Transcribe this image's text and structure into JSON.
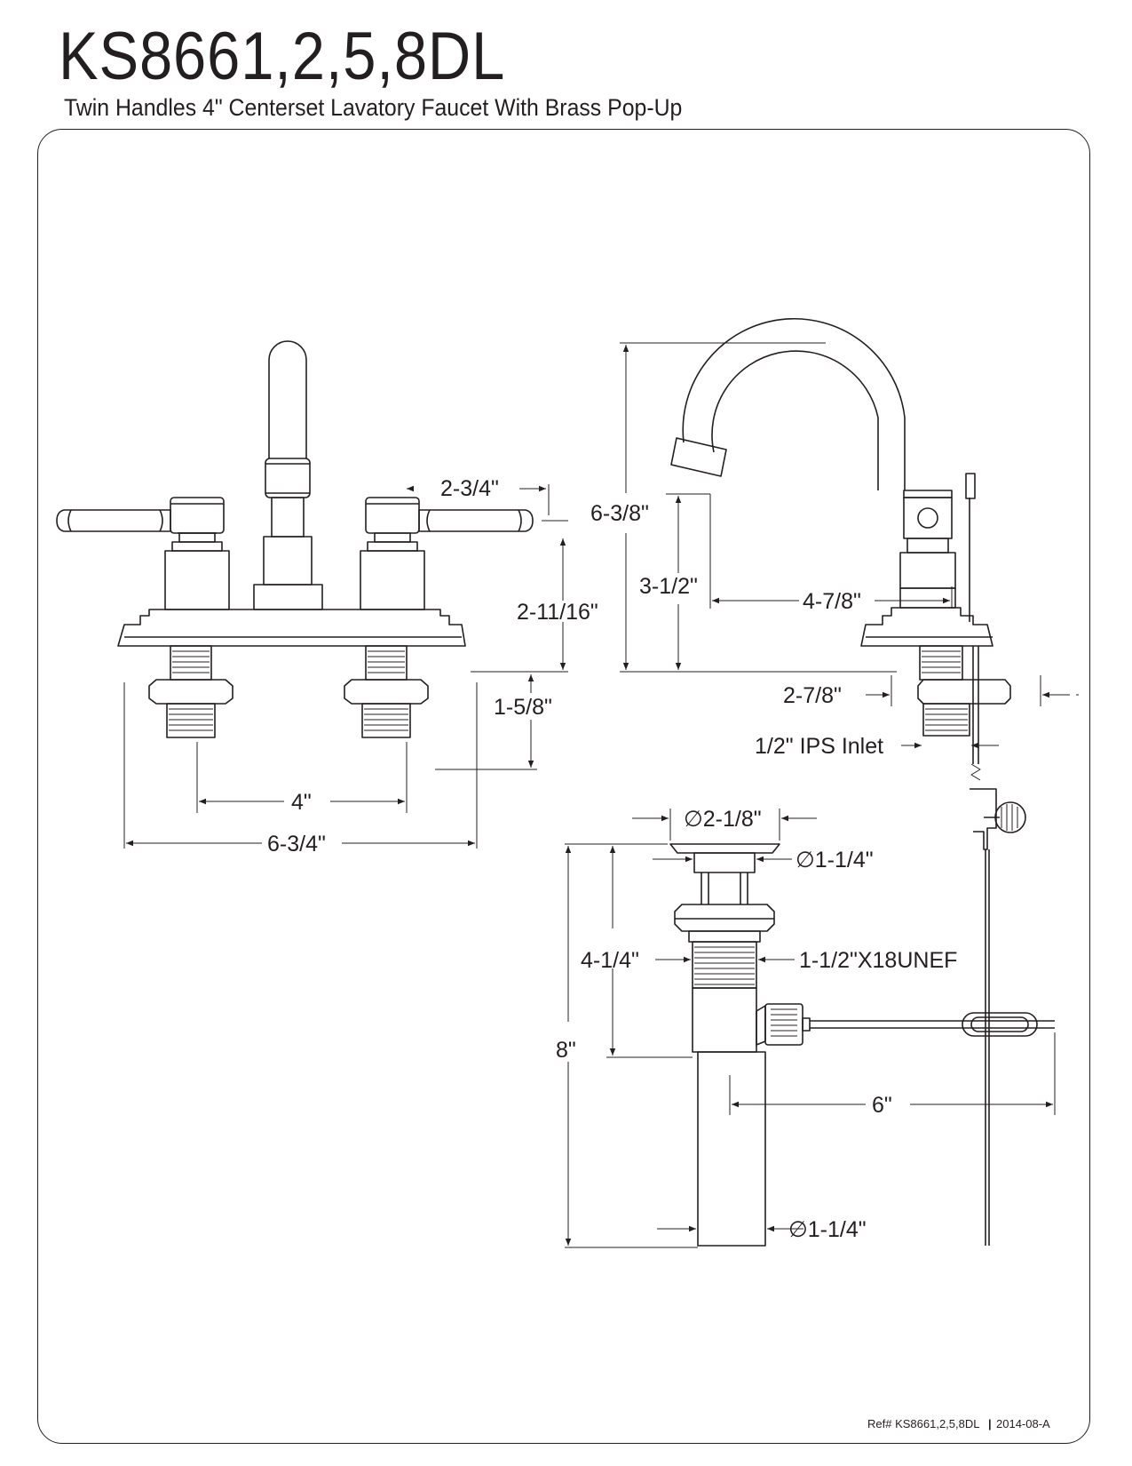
{
  "header": {
    "model": "KS8661,2,5,8DL",
    "subtitle": "Twin Handles 4\" Centerset Lavatory Faucet With Brass Pop-Up"
  },
  "front_view": {
    "handle_reach": "2-3/4\"",
    "handle_height": "2-11/16\"",
    "shank_length": "1-5/8\"",
    "center_spacing": "4\"",
    "overall_width": "6-3/4\""
  },
  "side_view": {
    "overall_height": "6-3/8\"",
    "spout_clearance": "3-1/2\"",
    "spout_reach": "4-7/8\"",
    "base_depth": "2-7/8\"",
    "inlet": "1/2\" IPS Inlet"
  },
  "popup_drain": {
    "flange_diameter": "∅2-1/8\"",
    "stopper_diameter": "∅1-1/4\"",
    "body_length": "4-1/4\"",
    "thread": "1-1/2\"X18UNEF",
    "overall_length": "8\"",
    "lift_rod_reach": "6\"",
    "tailpiece_diameter": "∅1-1/4\""
  },
  "footer": {
    "ref": "Ref# KS8661,2,5,8DL",
    "separator": "|",
    "revision": "2014-08-A"
  }
}
